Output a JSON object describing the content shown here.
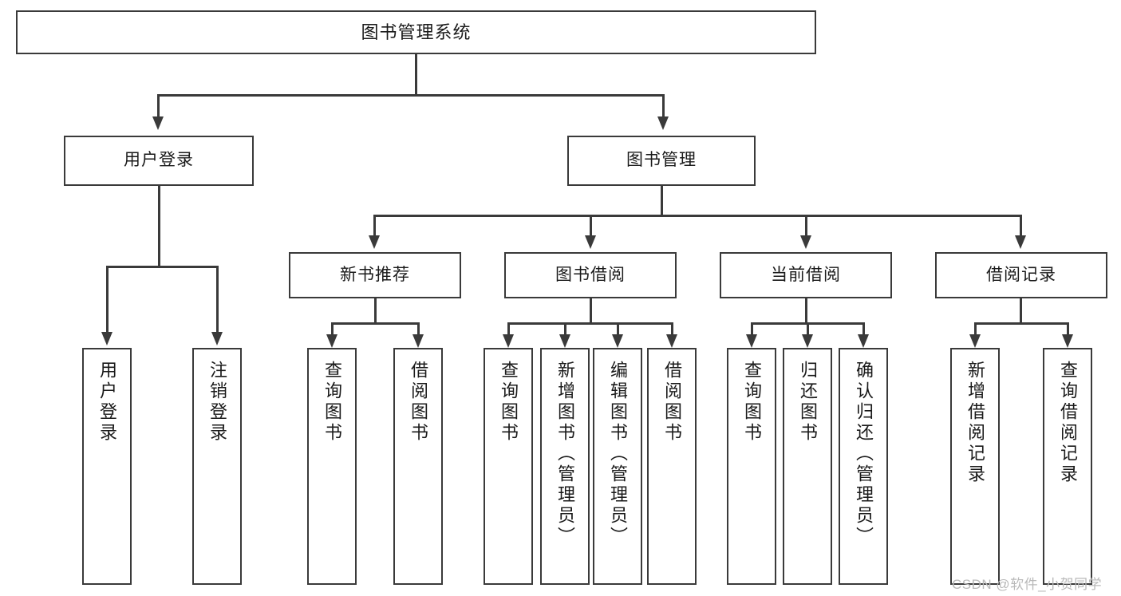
{
  "diagram": {
    "title": "图书管理系统",
    "type": "tree-hierarchy-chart",
    "orientation": "top-down",
    "colors": {
      "background": "#ffffff",
      "node_fill": "#ffffff",
      "node_border": "#3a3a3a",
      "connector": "#3a3a3a",
      "text": "#1a1a1a",
      "watermark": "#b9b9b9"
    }
  },
  "root": {
    "label": "图书管理系统"
  },
  "level2": [
    {
      "id": "user-login",
      "label": "用户登录"
    },
    {
      "id": "book-management",
      "label": "图书管理"
    }
  ],
  "level3": [
    {
      "id": "new-book-recommend",
      "label": "新书推荐",
      "parent": "book-management"
    },
    {
      "id": "book-borrow",
      "label": "图书借阅",
      "parent": "book-management"
    },
    {
      "id": "current-borrow",
      "label": "当前借阅",
      "parent": "book-management"
    },
    {
      "id": "borrow-record",
      "label": "借阅记录",
      "parent": "book-management"
    }
  ],
  "leaves": {
    "user_login": [
      {
        "id": "leaf-user-login",
        "label": "用户登录"
      },
      {
        "id": "leaf-logout-login",
        "label": "注销登录"
      }
    ],
    "new_book_recommend": [
      {
        "id": "leaf-query-book-1",
        "label": "查询图书"
      },
      {
        "id": "leaf-borrow-book-1",
        "label": "借阅图书"
      }
    ],
    "book_borrow": [
      {
        "id": "leaf-query-book-2",
        "label": "查询图书"
      },
      {
        "id": "leaf-add-book",
        "label": "新增图书（管理员）"
      },
      {
        "id": "leaf-edit-book",
        "label": "编辑图书（管理员）"
      },
      {
        "id": "leaf-borrow-book-2",
        "label": "借阅图书"
      }
    ],
    "current_borrow": [
      {
        "id": "leaf-query-book-3",
        "label": "查询图书"
      },
      {
        "id": "leaf-return-book",
        "label": "归还图书"
      },
      {
        "id": "leaf-confirm-return",
        "label": "确认归还（管理员）"
      }
    ],
    "borrow_record": [
      {
        "id": "leaf-add-record",
        "label": "新增借阅记录"
      },
      {
        "id": "leaf-query-record",
        "label": "查询借阅记录"
      }
    ]
  },
  "watermark": {
    "text": "CSDN @软件_小贺同学"
  }
}
